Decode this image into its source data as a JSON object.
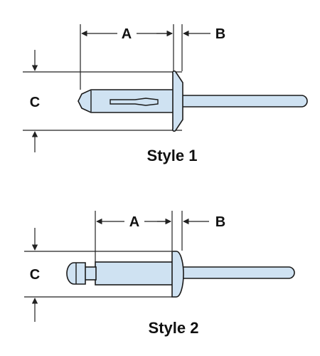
{
  "figure": {
    "style1": {
      "caption": "Style 1",
      "labels": {
        "a": "A",
        "b": "B",
        "c": "C"
      }
    },
    "style2": {
      "caption": "Style 2",
      "labels": {
        "a": "A",
        "b": "B",
        "c": "C"
      }
    }
  },
  "colors": {
    "part_fill": "#cfe2f2",
    "outline": "#1a1a1a",
    "text": "#111111"
  }
}
